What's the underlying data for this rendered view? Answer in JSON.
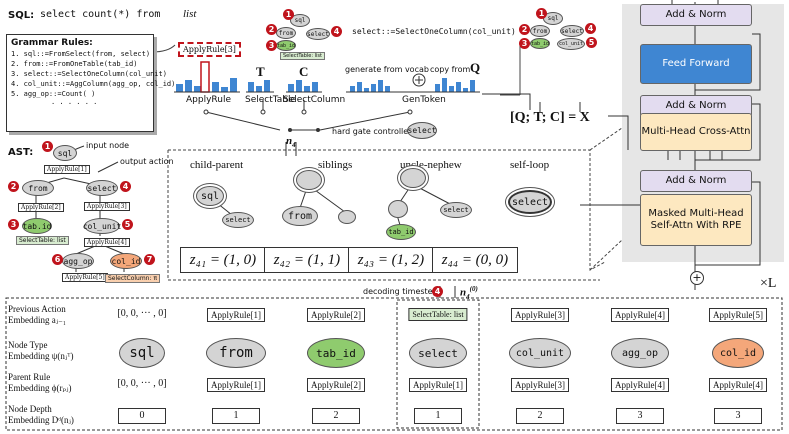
{
  "sql": {
    "prefix": "SQL:",
    "query": "select count(*) from",
    "table": "list"
  },
  "grammar": {
    "title": "Grammar Rules:",
    "rules": [
      "1. sql::=FromSelect(from, select)",
      "2. from::=FromOneTable(tab_id)",
      "3. select::=SelectOneColumn(col_unit)",
      "4. col_unit::=AggColumn(agg_op, col_id)",
      "5. agg_op::=Count( )",
      "· · · · · ·"
    ]
  },
  "ast": {
    "label": "AST:",
    "input_node_note": "input node",
    "output_action_note": "output action",
    "nodes": {
      "sql": "sql",
      "from": "from",
      "select": "select",
      "tab_id": "tab.id",
      "col_unit": "col_unit",
      "agg_op": "agg_op",
      "col_id": "col_id"
    },
    "actions": {
      "a1": "ApplyRule[1]",
      "a2": "ApplyRule[2]",
      "a3": "ApplyRule[3]",
      "a4": "ApplyRule[4]",
      "a5": "ApplyRule[5]",
      "table": "SelectTable: list",
      "column": "SelectColumn: π"
    },
    "badges": [
      "1",
      "2",
      "3",
      "4",
      "5",
      "6",
      "7"
    ]
  },
  "heads": {
    "apply_rule": "ApplyRule",
    "select_table": "SelectTable",
    "select_column": "SelectColumn",
    "gen_token": "GenToken",
    "generate_from_vocab": "generate from vocab",
    "copy_from": "copy from",
    "q_symbol": "Q",
    "t_symbol": "T",
    "c_symbol": "C",
    "applyrule_box": "ApplyRule[3]",
    "hard_gate": "hard gate controlled by",
    "gate_node": "select",
    "n4": "n",
    "n4_sub": "4",
    "equation": "[Q; T; C] = X"
  },
  "top_trees": {
    "select_rule": "select::=SelectOneColumn(col_unit)",
    "node_sql": "sql",
    "node_from": "from",
    "node_select": "select",
    "node_tab": "tab_id",
    "node_colunit": "col_unit",
    "table_note": "SelectTable: list"
  },
  "relations": {
    "labels": [
      "child-parent",
      "siblings",
      "uncle-nephew",
      "self-loop"
    ],
    "z": [
      "z₄₁ = (1, 0)",
      "z₄₂ = (1, 1)",
      "z₄₃ = (1, 2)",
      "z₄₄ = (0, 0)"
    ],
    "nodes": {
      "sql": "sql",
      "select": "select",
      "from": "from",
      "tab_id": "tab_id"
    }
  },
  "transformer": {
    "add_norm": "Add & Norm",
    "feed_forward": "Feed Forward",
    "cross_attn": "Multi-Head Cross-Attn",
    "self_attn": "Masked Multi-Head Self-Attn With RPE",
    "times_l": "×L",
    "plus": "+"
  },
  "embedding": {
    "decoding_timestep": "decoding timestep",
    "timestep_badge": "4",
    "n40": "n",
    "row_labels": [
      {
        "line1": "Previous Action",
        "line2": "Embedding aⱼ₋₁"
      },
      {
        "line1": "Node Type",
        "line2": "Embedding ψ(nⱼᵀ)"
      },
      {
        "line1": "Parent Rule",
        "line2": "Embedding ϕ(rₚⱼ)"
      },
      {
        "line1": "Node Depth",
        "line2": "Embedding Dᵈ(nⱼ)"
      }
    ],
    "columns": [
      {
        "action": "[0, 0, ··· , 0]",
        "node": "sql",
        "parent": "[0, 0, ··· , 0]",
        "depth": "0",
        "color": "#d4d4d4"
      },
      {
        "action": "ApplyRule[1]",
        "node": "from",
        "parent": "ApplyRule[1]",
        "depth": "1",
        "color": "#d4d4d4"
      },
      {
        "action": "ApplyRule[2]",
        "node": "tab_id",
        "parent": "ApplyRule[2]",
        "depth": "2",
        "color": "#8fcb6e"
      },
      {
        "action": "SelectTable: list",
        "node": "select",
        "parent": "ApplyRule[1]",
        "depth": "1",
        "color": "#d4d4d4"
      },
      {
        "action": "ApplyRule[3]",
        "node": "col_unit",
        "parent": "ApplyRule[3]",
        "depth": "2",
        "color": "#d4d4d4"
      },
      {
        "action": "ApplyRule[4]",
        "node": "agg_op",
        "parent": "ApplyRule[4]",
        "depth": "3",
        "color": "#d4d4d4"
      },
      {
        "action": "ApplyRule[5]",
        "node": "col_id",
        "parent": "ApplyRule[4]",
        "depth": "3",
        "color": "#f4a77a"
      }
    ]
  },
  "colors": {
    "badge": "#c0141c",
    "add_norm": "#e3dcf0",
    "feed_forward": "#3f86d2",
    "attn": "#fde8c0",
    "panel": "#e6e6e6",
    "green": "#8fcb6e",
    "orange": "#f4a77a"
  }
}
